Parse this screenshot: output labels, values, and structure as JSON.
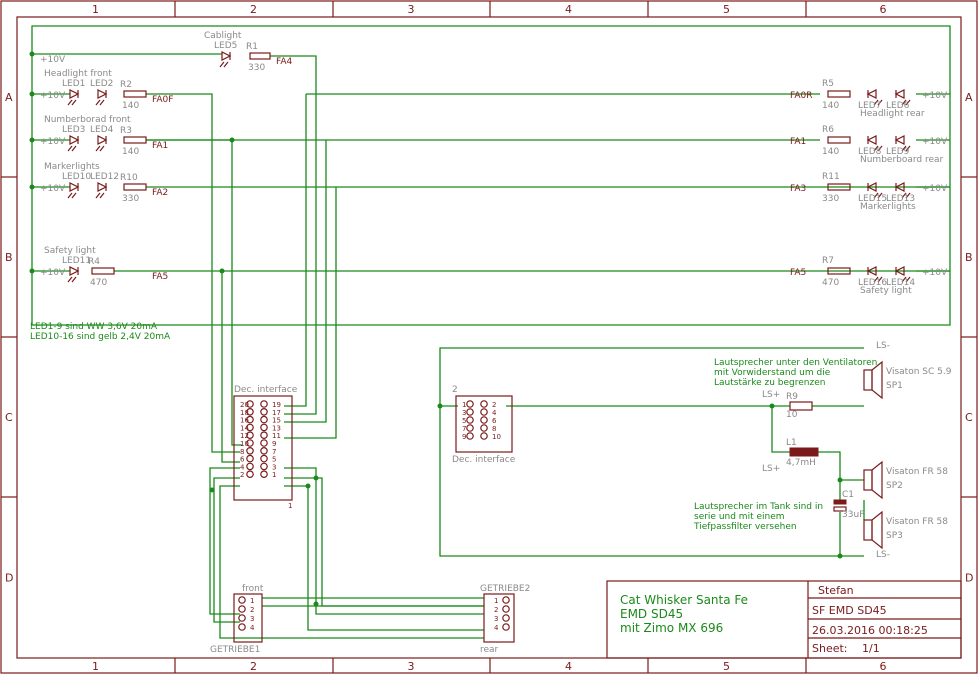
{
  "frame": {
    "columns": [
      "1",
      "2",
      "3",
      "4",
      "5",
      "6"
    ],
    "rows": [
      "A",
      "B",
      "C",
      "D"
    ]
  },
  "supply": "+10V",
  "left_groups": [
    {
      "title": "Cablight",
      "leds": [
        "LED5"
      ],
      "res": "R1",
      "value": "330",
      "net": "FA4"
    },
    {
      "title": "Headlight front",
      "leds": [
        "LED1",
        "LED2"
      ],
      "res": "R2",
      "value": "140",
      "net": "FA0F"
    },
    {
      "title": "Numberborad front",
      "leds": [
        "LED3",
        "LED4"
      ],
      "res": "R3",
      "value": "140",
      "net": "FA1"
    },
    {
      "title": "Markerlights",
      "leds": [
        "LED10",
        "LED12"
      ],
      "res": "R10",
      "value": "330",
      "net": "FA2"
    },
    {
      "title": "Safety light",
      "leds": [
        "LED11"
      ],
      "res": "R4",
      "value": "470",
      "net": "FA5"
    }
  ],
  "right_groups": [
    {
      "res": "R5",
      "value": "140",
      "net": "FA0R",
      "leds": [
        "LED7",
        "LED6"
      ],
      "title": "Headlight rear"
    },
    {
      "res": "R6",
      "value": "140",
      "net": "FA1",
      "leds": [
        "LED8",
        "LED9"
      ],
      "title": "Numberboard rear"
    },
    {
      "res": "R11",
      "value": "330",
      "net": "FA3",
      "leds": [
        "LED15",
        "LED13"
      ],
      "title": "Markerlights"
    },
    {
      "res": "R7",
      "value": "470",
      "net": "FA5",
      "leds": [
        "LED16",
        "LED14"
      ],
      "title": "Safety light"
    }
  ],
  "notes": [
    "LED1-9 sind WW 3,6V 20mA",
    "LED10-16 sind gelb 2,4V 20mA"
  ],
  "dec_interface_main": {
    "label": "Dec. interface",
    "left_pins": [
      "20",
      "18",
      "16",
      "14",
      "12",
      "10",
      "8",
      "6",
      "4",
      "2"
    ],
    "right_pins": [
      "19",
      "17",
      "15",
      "13",
      "11",
      "9",
      "7",
      "5",
      "3",
      "1"
    ],
    "corner": "1"
  },
  "dec_interface_audio": {
    "label": "Dec. interface",
    "corner": "2",
    "left_pins": [
      "1",
      "3",
      "5",
      "7",
      "9"
    ],
    "right_pins": [
      "2",
      "4",
      "6",
      "8",
      "10"
    ]
  },
  "gearboxes": [
    {
      "top": "front",
      "bottom": "GETRIEBE1",
      "pins": [
        "1",
        "2",
        "3",
        "4"
      ]
    },
    {
      "top": "GETRIEBE2",
      "bottom": "rear",
      "pins": [
        "1",
        "2",
        "3",
        "4"
      ]
    }
  ],
  "audio": {
    "note1": [
      "Lautsprecher unter den Ventilatoren",
      "mit Vorwiderstand um die",
      "Lautstärke zu begrenzen"
    ],
    "note2": [
      "Lautsprecher im Tank sind in",
      "serie und mit einem",
      "Tiefpassfilter versehen"
    ],
    "r9": "R9",
    "r9_value": "10",
    "l1": "L1",
    "l1_value": "4,7mH",
    "c1": "C1",
    "c1_value": "33uF",
    "ls_minus": "LS-",
    "ls_plus": "LS+",
    "speakers": [
      {
        "name": "SP1",
        "type": "Visaton SC 5.9"
      },
      {
        "name": "SP2",
        "type": "Visaton FR 58"
      },
      {
        "name": "SP3",
        "type": "Visaton FR 58"
      }
    ]
  },
  "title_block": {
    "project_lines": [
      "Cat Whisker Santa Fe",
      "EMD SD45",
      "mit Zimo MX 696"
    ],
    "author": "Stefan",
    "drawing": "SF EMD SD45",
    "date": "26.03.2016 00:18:25",
    "sheet_label": "Sheet:",
    "sheet_value": "1/1"
  }
}
